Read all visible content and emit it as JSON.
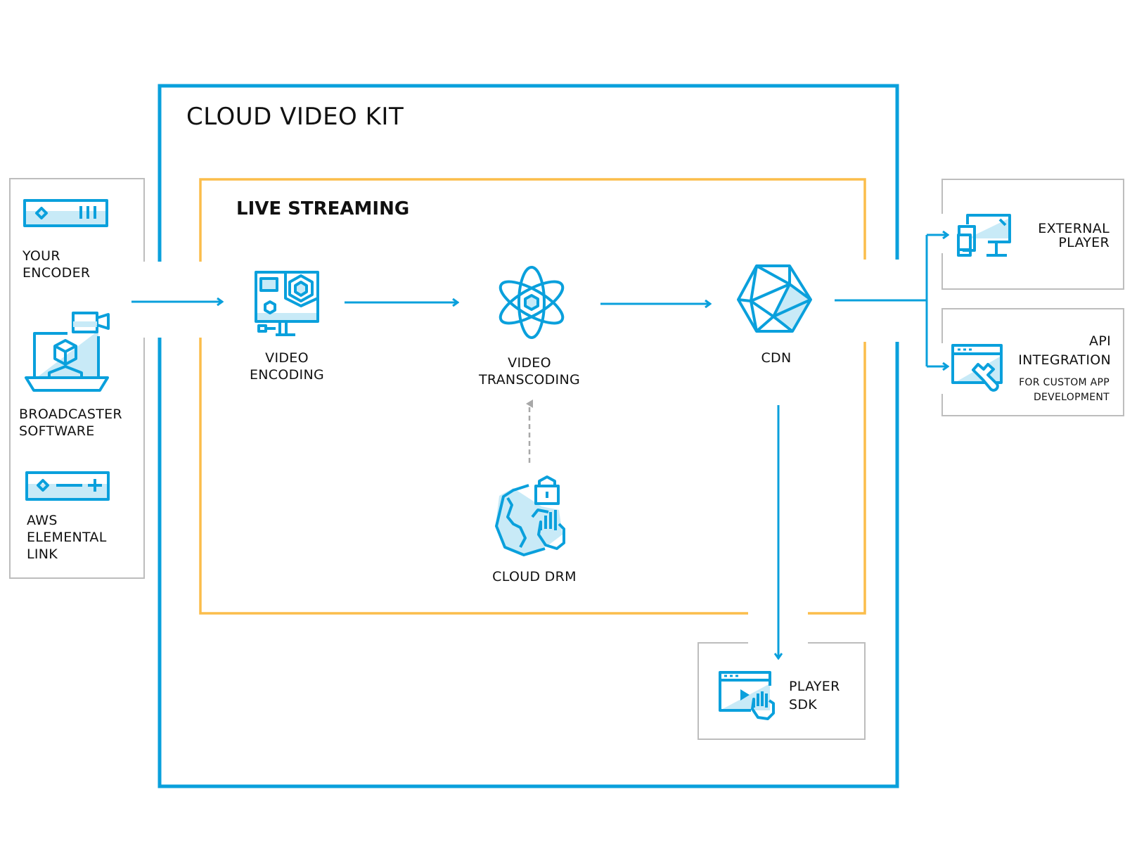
{
  "diagram": {
    "title": "CLOUD VIDEO KIT",
    "section": "LIVE STREAMING",
    "colors": {
      "primary": "#0aa0dc",
      "light_fill": "#c8eaf7",
      "section_border": "#fbbd4b",
      "box_border": "#bdbdbd",
      "dashed": "#a8a8a8"
    },
    "sources": [
      {
        "icon": "encoder-device-icon",
        "lines": [
          "YOUR",
          "ENCODER"
        ]
      },
      {
        "icon": "broadcaster-laptop-icon",
        "lines": [
          "BROADCASTER",
          "SOFTWARE"
        ]
      },
      {
        "icon": "elemental-link-device-icon",
        "lines": [
          "AWS",
          "ELEMENTAL",
          "LINK"
        ]
      }
    ],
    "steps": {
      "encoding": {
        "lines": [
          "VIDEO",
          "ENCODING"
        ]
      },
      "transcoding": {
        "lines": [
          "VIDEO",
          "TRANSCODING"
        ]
      },
      "cdn": {
        "lines": [
          "CDN"
        ]
      },
      "drm": {
        "lines": [
          "CLOUD DRM"
        ]
      },
      "player_sdk": {
        "lines": [
          "PLAYER",
          "SDK"
        ]
      }
    },
    "outputs": [
      {
        "lines": [
          "EXTERNAL",
          "PLAYER"
        ]
      },
      {
        "lines": [
          "API",
          "INTEGRATION"
        ],
        "note": [
          "FOR CUSTOM APP",
          "DEVELOPMENT"
        ]
      }
    ]
  }
}
